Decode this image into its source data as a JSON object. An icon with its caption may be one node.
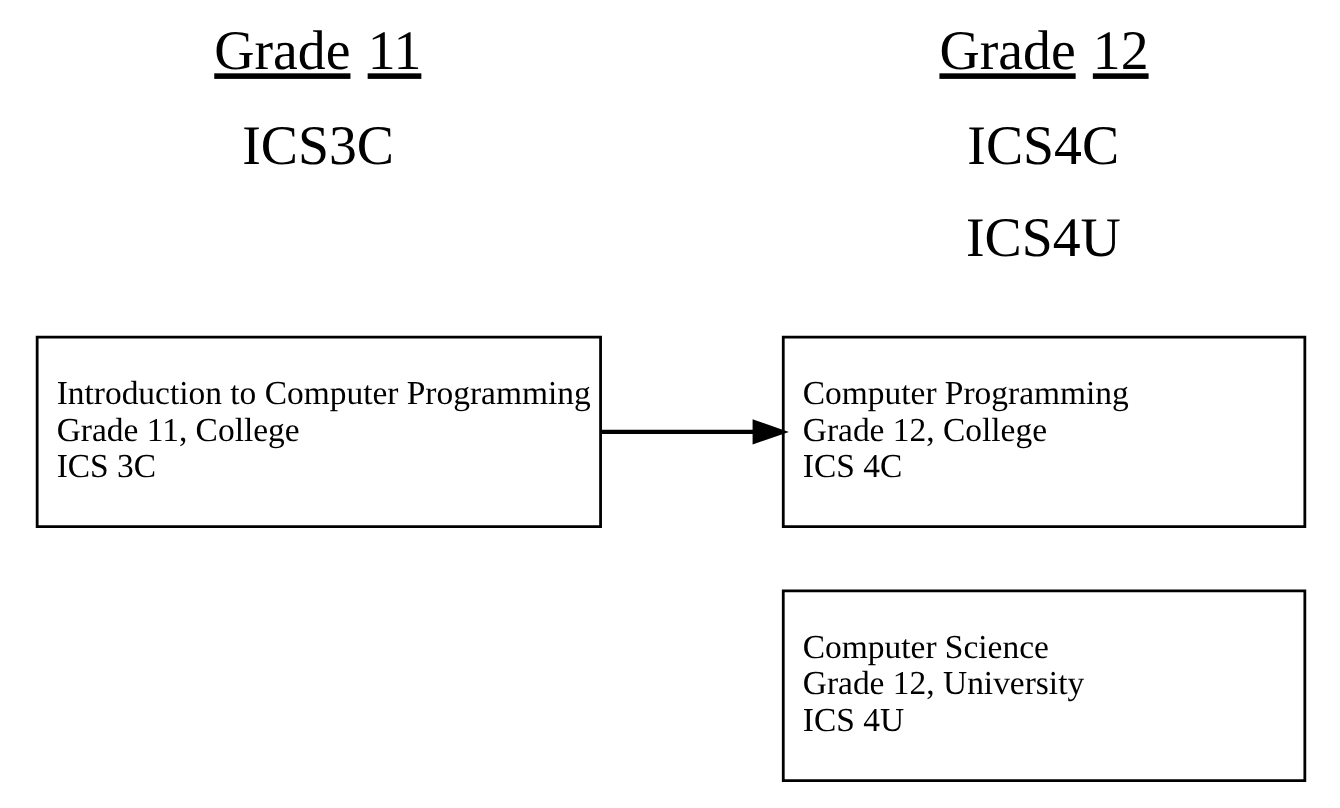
{
  "diagram": {
    "nodes": [
      {
        "text": [
          "Introduction to Computer Programming",
          "Grade 11, College",
          "ICS 3C"
        ]
      },
      {
        "text": [
          "Computer Programming",
          "Grade 12, College",
          "ICS 4C"
        ]
      },
      {
        "text": [
          "Computer Science",
          "Grade 12, University",
          "ICS 4U"
        ]
      }
    ],
    "edges": [
      {
        "from": 0,
        "to": 1,
        "arrow": "to"
      }
    ],
    "labels": [
      "Grade 11",
      "ICS3C",
      "Grade 12",
      "ICS4C",
      "ICS4U"
    ]
  }
}
